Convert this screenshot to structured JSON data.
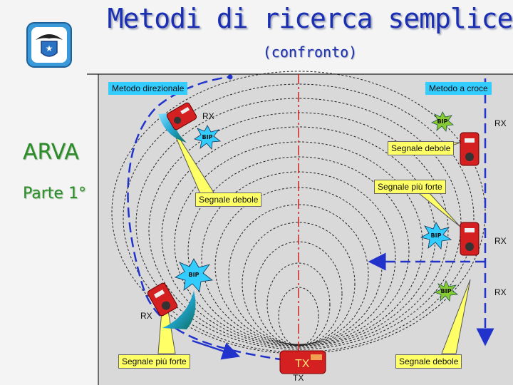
{
  "header": {
    "title": "Metodi di ricerca semplice",
    "subtitle": "(confronto)"
  },
  "sidebar": {
    "title": "ARVA",
    "subtitle": "Parte 1°"
  },
  "methods": {
    "left_label": "Metodo direzionale",
    "right_label": "Metodo a croce"
  },
  "callouts": {
    "left_weak": "Segnale debole",
    "left_strong": "Segnale più forte",
    "right_weak_top": "Segnale debole",
    "right_strong": "Segnale più forte",
    "right_weak_bottom": "Segnale debole"
  },
  "receiver_labels": {
    "left_top": "RX",
    "left_bottom": "RX",
    "right_1": "RX",
    "right_2": "RX",
    "right_3": "RX"
  },
  "bip": {
    "left_top": "BIP",
    "left_bottom": "BIP",
    "right_1": "BIP",
    "right_2": "BIP",
    "right_3": "BIP"
  },
  "transmitter": {
    "label": "TX",
    "under_label": "TX"
  },
  "colors": {
    "title_blue": "#1b2fb3",
    "side_green": "#2e8b2a",
    "label_cyan": "#33ccff",
    "callout_yellow": "#ffff66",
    "path_blue": "#2233cc",
    "axis_red": "#cc2222",
    "device_red": "#d42020"
  },
  "icons": {
    "logo": "cai-eagle-shield-icon",
    "receiver": "arva-receiver-icon",
    "transmitter": "arva-transmitter-icon"
  }
}
